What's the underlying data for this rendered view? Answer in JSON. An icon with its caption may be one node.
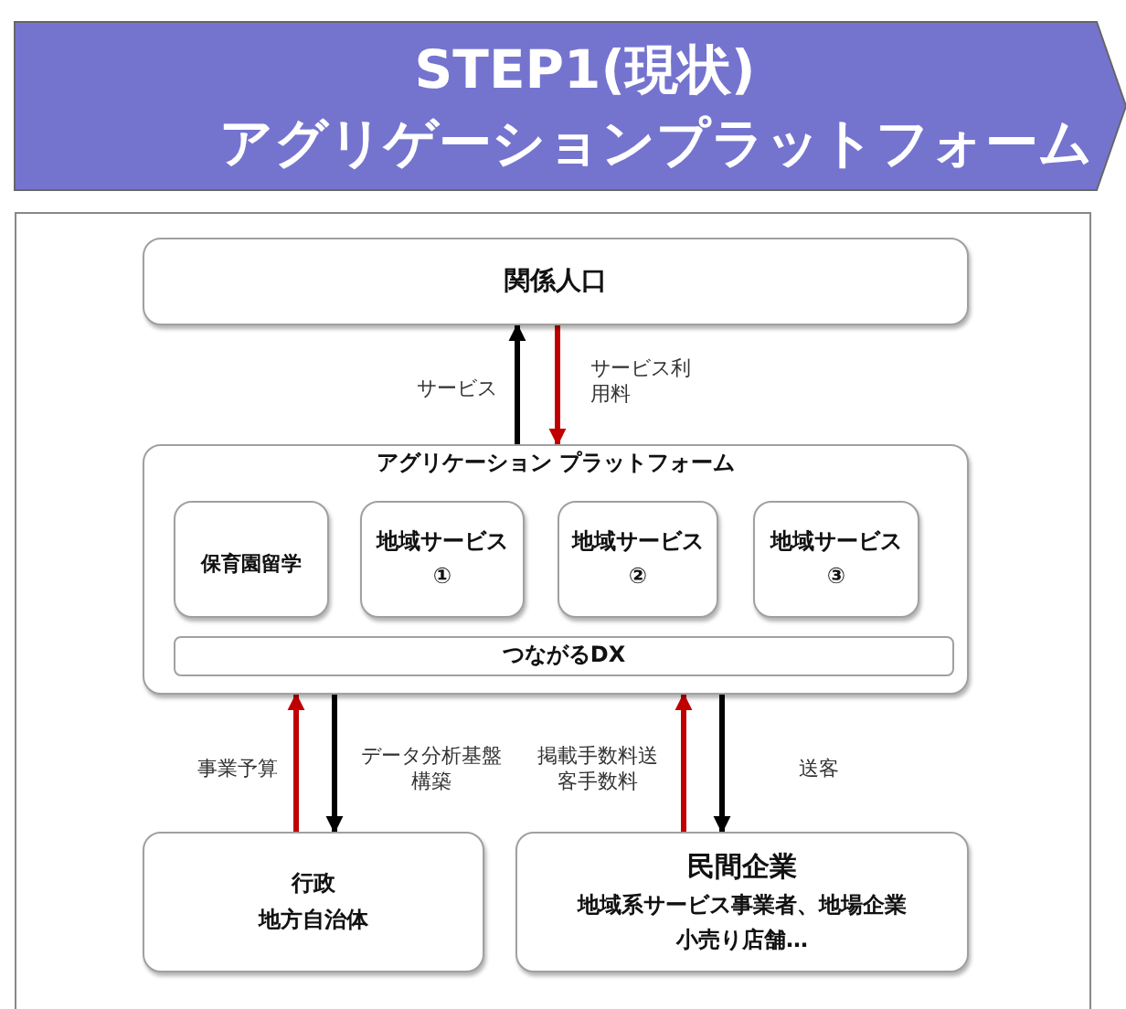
{
  "diagram": {
    "title": "STEP1(現状) アグリゲーションプラットフォーム",
    "nodes": [
      {
        "text": [
          "関係人口"
        ]
      },
      {
        "text": [
          "アグリケーション プラットフォーム"
        ]
      },
      {
        "text": [
          "保育園留学"
        ],
        "in": 1
      },
      {
        "text": [
          "地域サービス",
          "①"
        ],
        "in": 1
      },
      {
        "text": [
          "地域サービス",
          "②"
        ],
        "in": 1
      },
      {
        "text": [
          "地域サービス",
          "③"
        ],
        "in": 1
      },
      {
        "text": [
          "つながるDX"
        ],
        "in": 1
      },
      {
        "text": [
          "行政",
          "地方自治体"
        ]
      },
      {
        "text": [
          "民間企業",
          "地域系サービス事業者、地場企業",
          "小売り店舗…"
        ]
      }
    ],
    "edges": [
      {
        "from": 1,
        "to": 0,
        "arrow": "to",
        "label": "サービス"
      },
      {
        "from": 0,
        "to": 1,
        "arrow": "to",
        "label": "サービス利用料",
        "color": "#c00000"
      },
      {
        "from": 7,
        "to": 1,
        "arrow": "to",
        "label": "事業予算",
        "color": "#c00000"
      },
      {
        "from": 1,
        "to": 7,
        "arrow": "to",
        "label": "データ分析基盤構築"
      },
      {
        "from": 8,
        "to": 1,
        "arrow": "to",
        "label": "掲載手数料送客手数料",
        "color": "#c00000"
      },
      {
        "from": 1,
        "to": 8,
        "arrow": "to",
        "label": "送客"
      }
    ]
  }
}
